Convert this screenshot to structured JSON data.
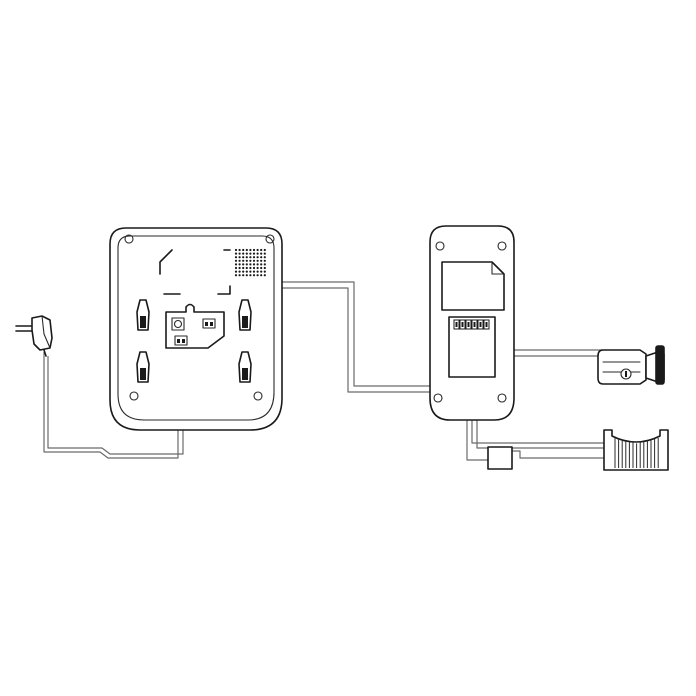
{
  "diagram": {
    "components": [
      {
        "id": "power-adapter",
        "label": ""
      },
      {
        "id": "indoor-monitor",
        "label": ""
      },
      {
        "id": "outdoor-door-station",
        "label": ""
      },
      {
        "id": "electric-lock",
        "label": ""
      },
      {
        "id": "gate-opener",
        "label": ""
      },
      {
        "id": "junction-box",
        "label": ""
      }
    ],
    "connections": [
      {
        "from": "power-adapter",
        "to": "indoor-monitor"
      },
      {
        "from": "indoor-monitor",
        "to": "outdoor-door-station"
      },
      {
        "from": "outdoor-door-station",
        "to": "electric-lock"
      },
      {
        "from": "outdoor-door-station",
        "to": "junction-box"
      },
      {
        "from": "junction-box",
        "to": "gate-opener"
      }
    ],
    "colors": {
      "line": "#1a1a1a",
      "wire": "#6a6a6a",
      "background": "#ffffff"
    }
  }
}
